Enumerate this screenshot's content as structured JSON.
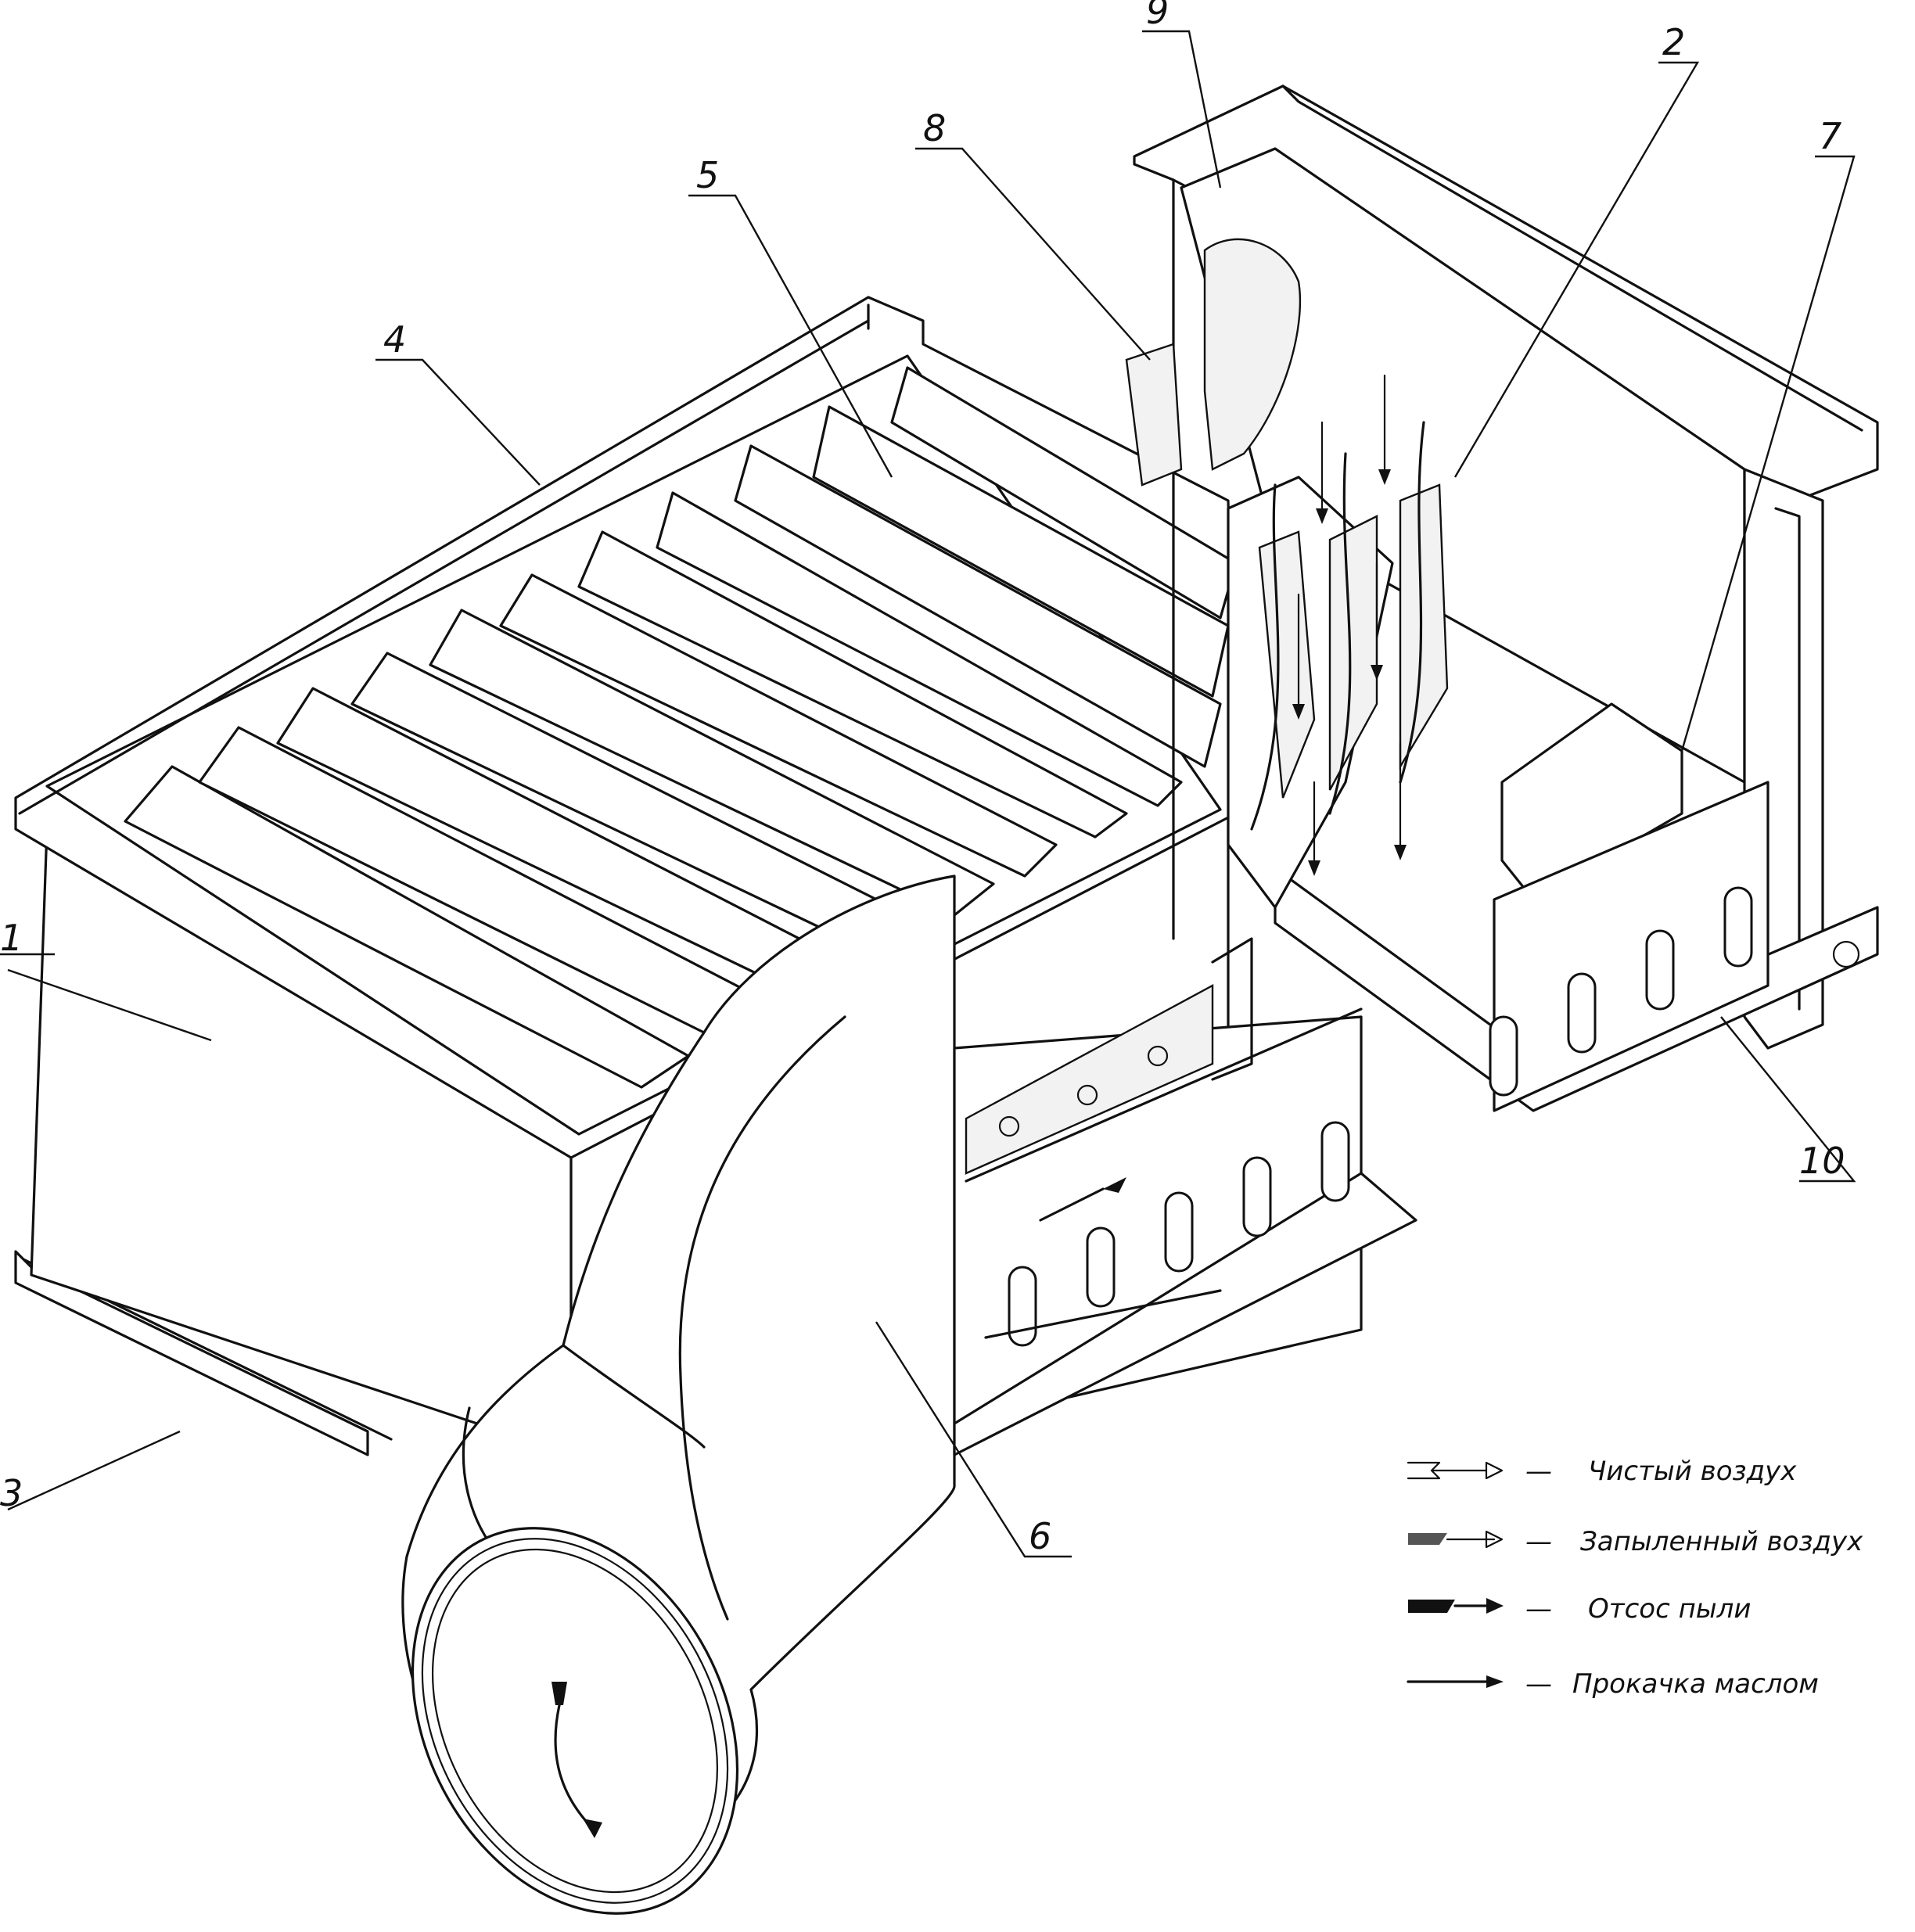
{
  "callouts": {
    "c1": "1",
    "c2": "2",
    "c3": "3",
    "c4": "4",
    "c5": "5",
    "c6": "6",
    "c7": "7",
    "c8": "8",
    "c9": "9",
    "c10": "10"
  },
  "legend": {
    "clean_air": "Чистый воздух",
    "dusty_air": "Запыленный воздух",
    "dust_suction": "Отсос пыли",
    "oil_pumping": "Прокачка маслом",
    "dash": "—"
  },
  "colors": {
    "line": "#111111",
    "paper": "#ffffff",
    "oil_fill": "#f2f2f2"
  }
}
